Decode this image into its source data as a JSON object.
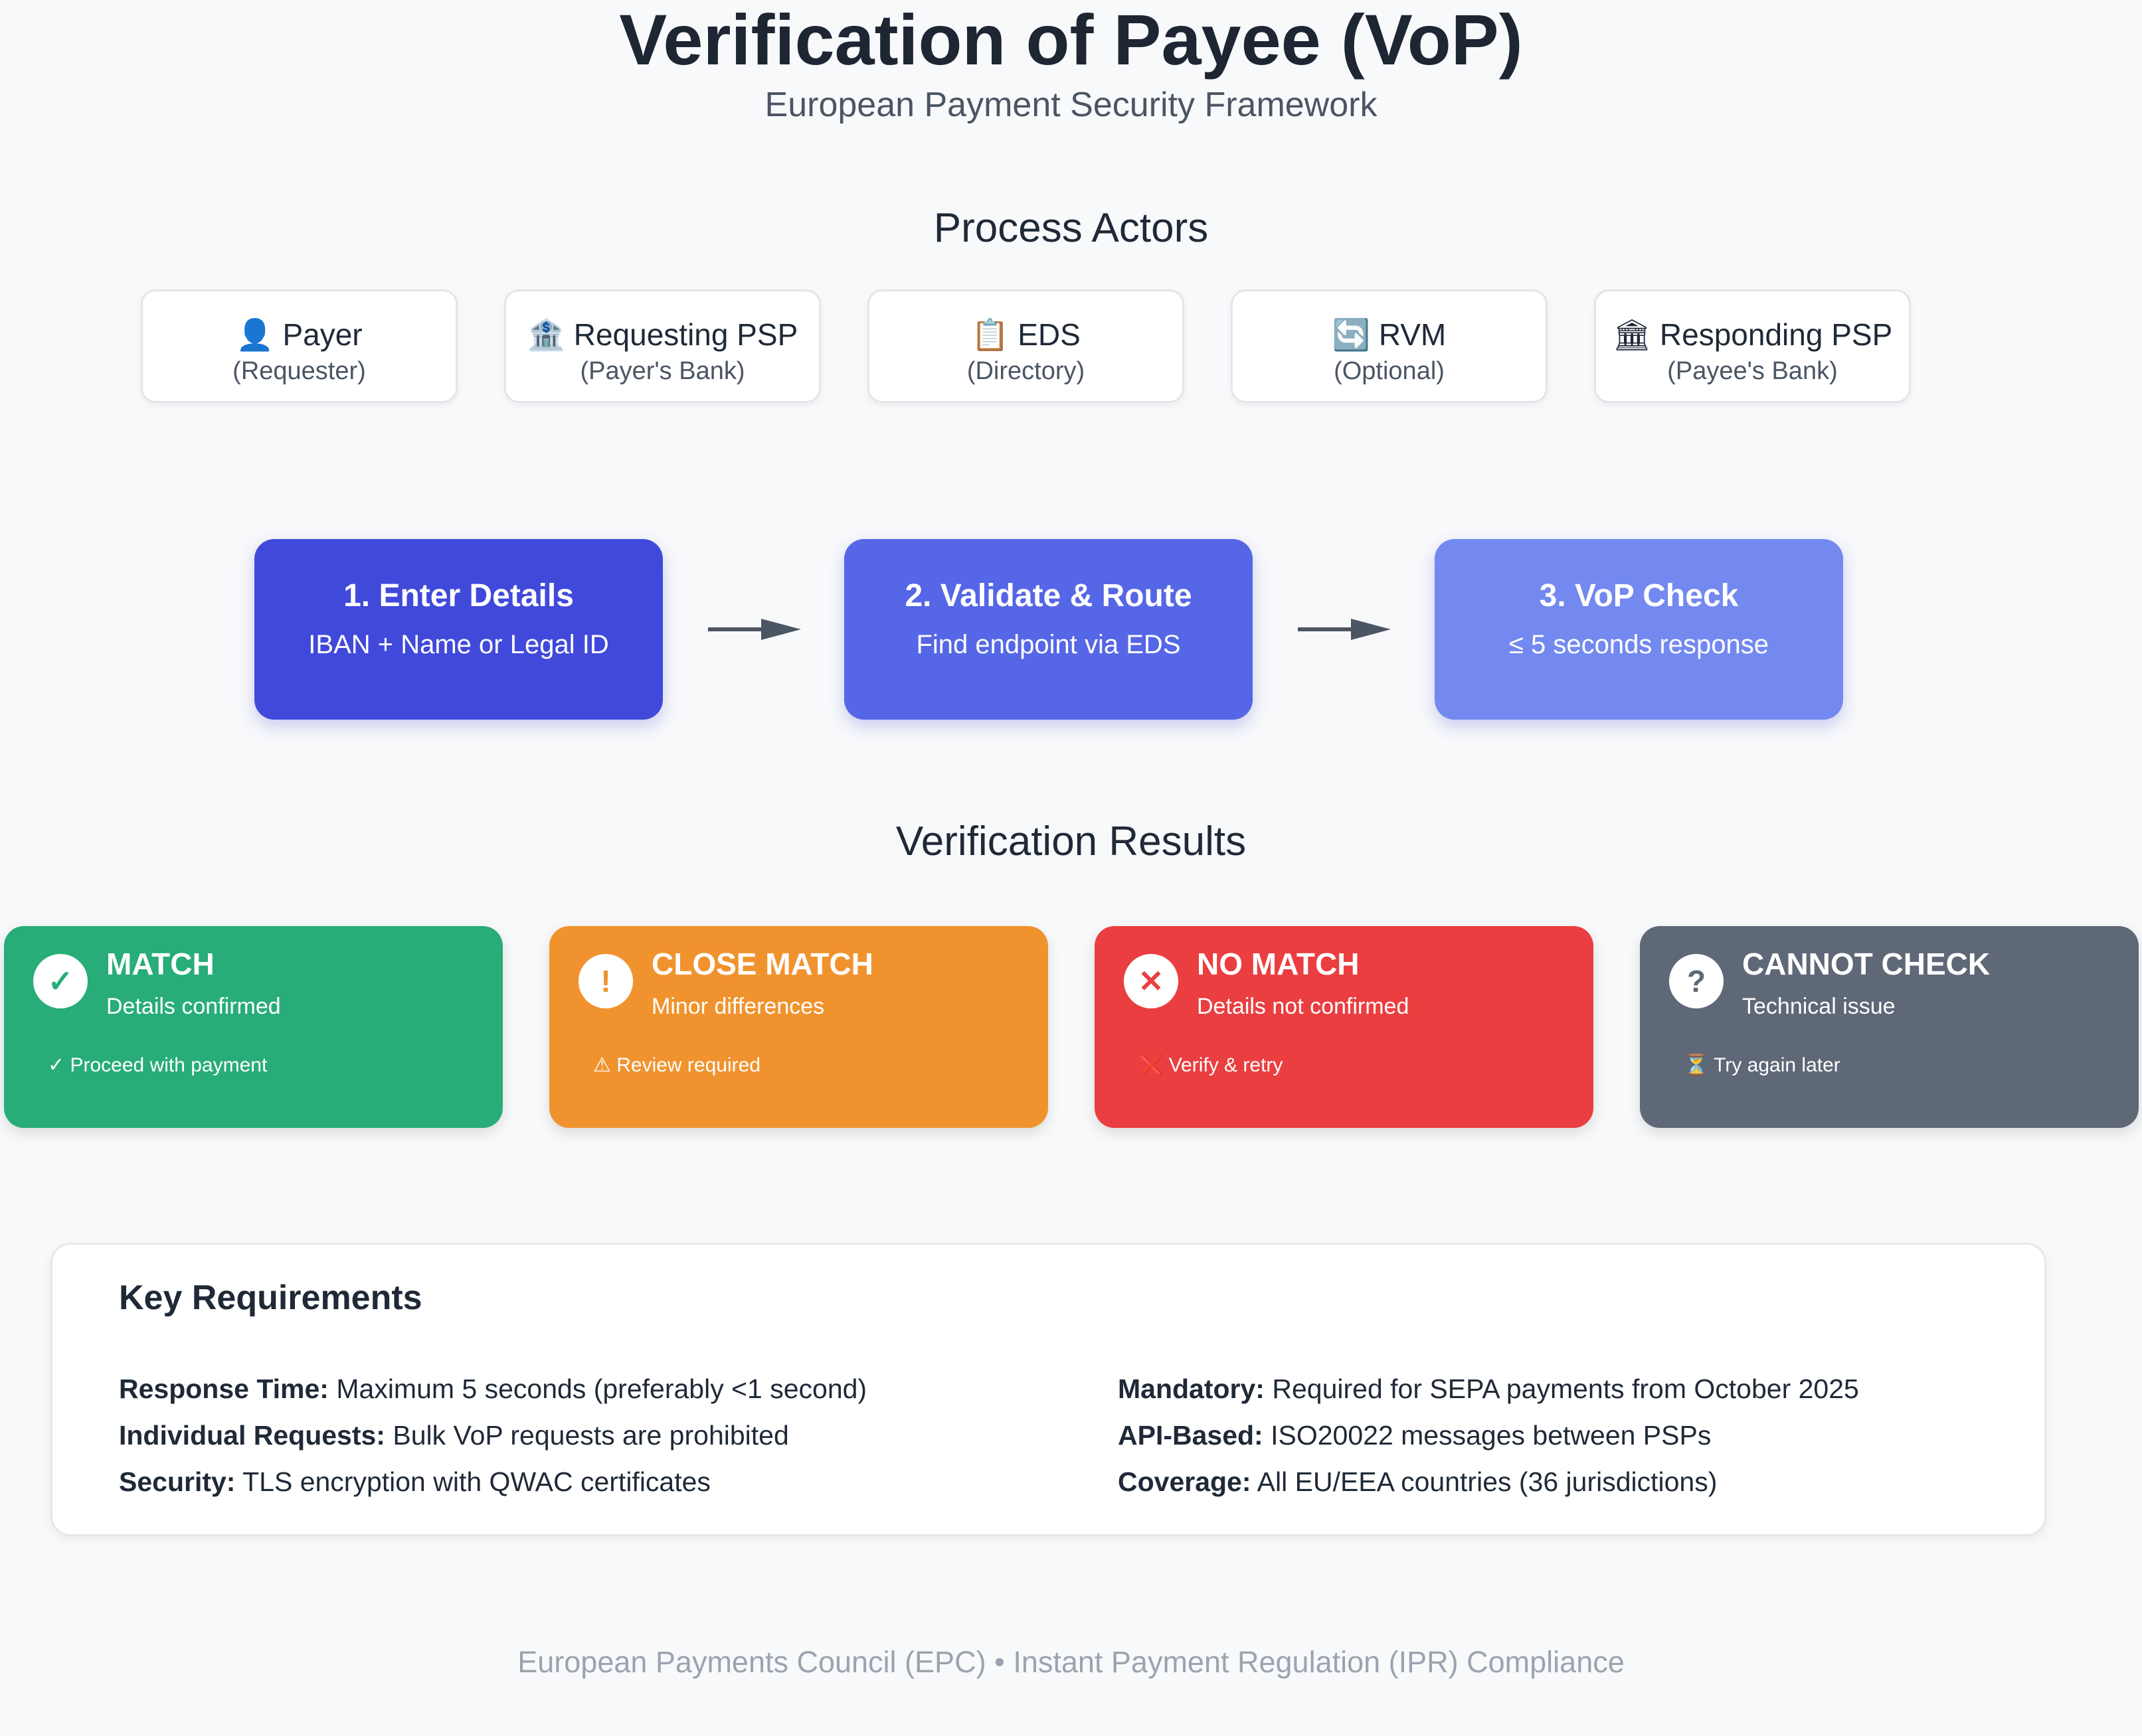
{
  "title": "Verification of Payee (VoP)",
  "subtitle": "European Payment Security Framework",
  "actors_heading": "Process Actors",
  "actors": [
    {
      "icon": "👤",
      "name": "Payer",
      "role": "(Requester)"
    },
    {
      "icon": "🏦",
      "name": "Requesting PSP",
      "role": "(Payer's Bank)"
    },
    {
      "icon": "📋",
      "name": "EDS",
      "role": "(Directory)"
    },
    {
      "icon": "🔄",
      "name": "RVM",
      "role": "(Optional)"
    },
    {
      "icon": "🏛",
      "name": "Responding PSP",
      "role": "(Payee's Bank)"
    }
  ],
  "steps": [
    {
      "title": "1. Enter Details",
      "desc": "IBAN + Name or Legal ID",
      "color": "#4149db"
    },
    {
      "title": "2. Validate & Route",
      "desc": "Find endpoint via EDS",
      "color": "#5566e6"
    },
    {
      "title": "3. VoP Check",
      "desc": "≤ 5 seconds response",
      "color": "#7389ef"
    }
  ],
  "results_heading": "Verification Results",
  "results": [
    {
      "icon": "✓",
      "title": "MATCH",
      "desc": "Details confirmed",
      "action": "✓ Proceed with payment",
      "color": "#28ad78"
    },
    {
      "icon": "!",
      "title": "CLOSE MATCH",
      "desc": "Minor differences",
      "action": "⚠ Review required",
      "color": "#f0932e"
    },
    {
      "icon": "✕",
      "title": "NO MATCH",
      "desc": "Details not confirmed",
      "action": "❌ Verify & retry",
      "color": "#ea3e40"
    },
    {
      "icon": "?",
      "title": "CANNOT CHECK",
      "desc": "Technical issue",
      "action": "⏳ Try again later",
      "color": "#5f6877"
    }
  ],
  "requirements": {
    "heading": "Key Requirements",
    "items": [
      {
        "label": "Response Time:",
        "text": "Maximum 5 seconds (preferably <1 second)"
      },
      {
        "label": "Individual Requests:",
        "text": "Bulk VoP requests are prohibited"
      },
      {
        "label": "Security:",
        "text": "TLS encryption with QWAC certificates"
      },
      {
        "label": "Mandatory:",
        "text": "Required for SEPA payments from October 2025"
      },
      {
        "label": "API-Based:",
        "text": "ISO20022 messages between PSPs"
      },
      {
        "label": "Coverage:",
        "text": "All EU/EEA countries (36 jurisdictions)"
      }
    ]
  },
  "footer": "European Payments Council (EPC) • Instant Payment Regulation (IPR) Compliance"
}
